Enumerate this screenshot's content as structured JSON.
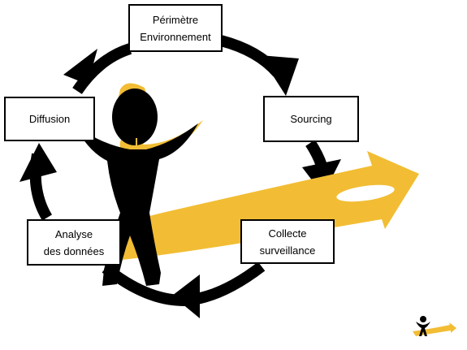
{
  "colors": {
    "ring": "#000000",
    "arrow": "#f2bd34",
    "figure": "#000000",
    "box_border": "#000000",
    "background": "#ffffff"
  },
  "icons": [
    "cycle-arrows",
    "yellow-sweep-arrow",
    "stick-figure",
    "mini-logo"
  ],
  "steps": [
    {
      "id": "perimetre",
      "lines": [
        "Périmètre",
        "Environnement"
      ]
    },
    {
      "id": "sourcing",
      "lines": [
        "Sourcing"
      ]
    },
    {
      "id": "collecte",
      "lines": [
        "Collecte",
        "surveillance"
      ]
    },
    {
      "id": "analyse",
      "lines": [
        "Analyse",
        "des données"
      ]
    },
    {
      "id": "diffusion",
      "lines": [
        "Diffusion"
      ]
    }
  ]
}
